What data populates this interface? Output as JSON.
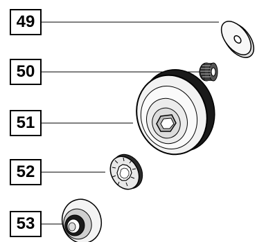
{
  "diagram": {
    "line_color": "#000000",
    "background": "#ffffff",
    "parts": [
      {
        "number": "49",
        "icon": "washer-icon"
      },
      {
        "number": "50",
        "icon": "needle-bearing-icon"
      },
      {
        "number": "51",
        "icon": "clutch-drum-icon"
      },
      {
        "number": "52",
        "icon": "sprocket-icon"
      },
      {
        "number": "53",
        "icon": "rim-sprocket-icon"
      }
    ]
  }
}
